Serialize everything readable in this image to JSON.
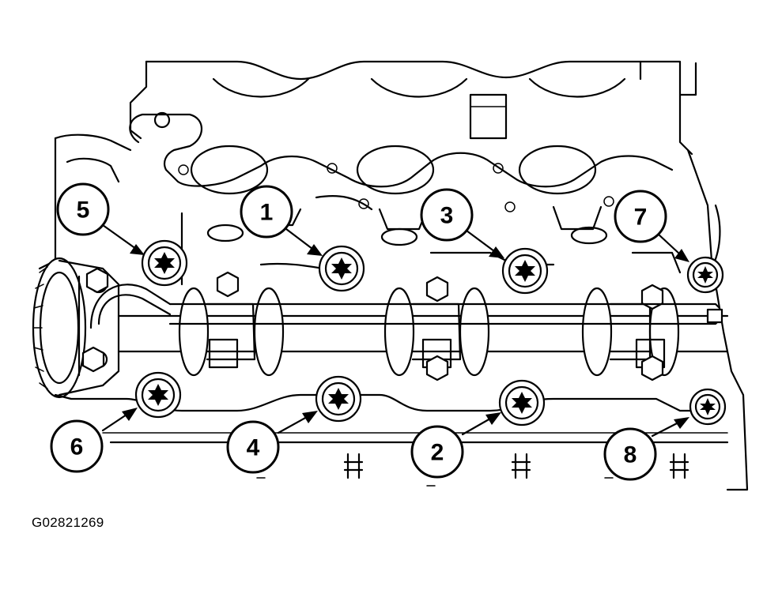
{
  "figure": {
    "code": "G02821269"
  },
  "callouts": [
    {
      "id": "bolt-1",
      "label": "1"
    },
    {
      "id": "bolt-2",
      "label": "2"
    },
    {
      "id": "bolt-3",
      "label": "3"
    },
    {
      "id": "bolt-4",
      "label": "4"
    },
    {
      "id": "bolt-5",
      "label": "5"
    },
    {
      "id": "bolt-6",
      "label": "6"
    },
    {
      "id": "bolt-7",
      "label": "7"
    },
    {
      "id": "bolt-8",
      "label": "8"
    }
  ],
  "colors": {
    "ink": "#000000",
    "paper": "#ffffff"
  }
}
